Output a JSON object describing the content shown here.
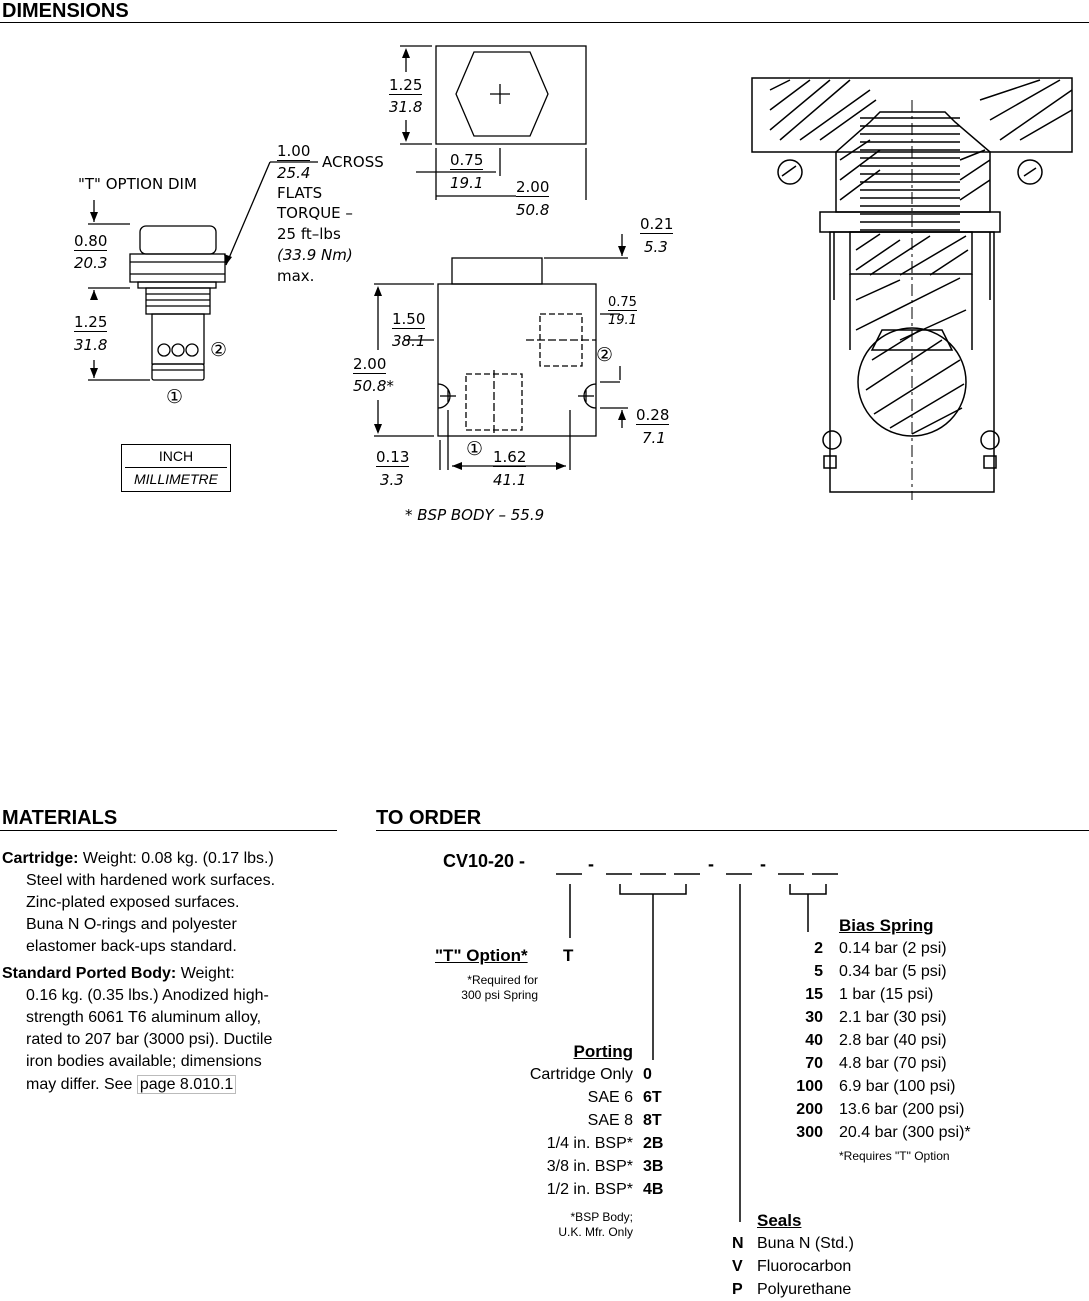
{
  "dimensions": {
    "title": "DIMENSIONS",
    "t_option_label": "\"T\" OPTION DIM",
    "dim_080": "0.80",
    "dim_203": "20.3",
    "dim_125a": "1.25",
    "dim_318a": "31.8",
    "dim_100": "1.00",
    "dim_254": "25.4",
    "across": "ACROSS",
    "flats": "FLATS",
    "torque": "TORQUE –",
    "torque2": "25 ft–lbs",
    "torque3": "(33.9 Nm)",
    "torque4": "max.",
    "dim_125b": "1.25",
    "dim_318b": "31.8",
    "dim_075a": "0.75",
    "dim_191a": "19.1",
    "dim_200a": "2.00",
    "dim_508a": "50.8",
    "dim_021": "0.21",
    "dim_53": "5.3",
    "dim_150": "1.50",
    "dim_381": "38.1",
    "dim_075b": "0.75",
    "dim_191b": "19.1",
    "dim_200b": "2.00",
    "dim_508b": "50.8*",
    "dim_028": "0.28",
    "dim_71": "7.1",
    "dim_013": "0.13",
    "dim_33": "3.3",
    "dim_162": "1.62",
    "dim_411": "41.1",
    "port1": "①",
    "port2": "②",
    "bsp_note": "* BSP BODY – 55.9",
    "unit_inch": "INCH",
    "unit_mm": "MILLIMETRE"
  },
  "materials": {
    "title": "MATERIALS",
    "cartridge_label": "Cartridge:",
    "cartridge_lines": [
      "Weight: 0.08 kg. (0.17 lbs.)",
      "Steel with hardened work surfaces.",
      "Zinc-plated exposed surfaces.",
      "Buna N O-rings and polyester",
      "elastomer back-ups standard."
    ],
    "body_label": "Standard Ported Body:",
    "body_lines": [
      "Weight:",
      "0.16 kg. (0.35 lbs.)  Anodized high-",
      "strength 6061 T6 aluminum alloy,",
      "rated to 207 bar (3000 psi). Ductile",
      "iron bodies available; dimensions",
      "may differ. See "
    ],
    "page_link": "page 8.010.1"
  },
  "order": {
    "title": "TO ORDER",
    "code_prefix": "CV10-20 -",
    "t_option_label": "\"T\" Option*",
    "t_code": "T",
    "t_note1": "*Required for",
    "t_note2": "300 psi Spring",
    "porting_label": "Porting",
    "porting": [
      {
        "name": "Cartridge Only",
        "code": "0"
      },
      {
        "name": "SAE 6",
        "code": "6T"
      },
      {
        "name": "SAE 8",
        "code": "8T"
      },
      {
        "name": "1/4 in. BSP*",
        "code": "2B"
      },
      {
        "name": "3/8 in. BSP*",
        "code": "3B"
      },
      {
        "name": "1/2 in. BSP*",
        "code": "4B"
      }
    ],
    "porting_note1": "*BSP Body;",
    "porting_note2": "U.K. Mfr. Only",
    "seals_label": "Seals",
    "seals": [
      {
        "code": "N",
        "name": "Buna N (Std.)"
      },
      {
        "code": "V",
        "name": "Fluorocarbon"
      },
      {
        "code": "P",
        "name": "Polyurethane"
      }
    ],
    "bias_label": "Bias Spring",
    "bias": [
      {
        "code": "2",
        "name": "0.14 bar (2 psi)"
      },
      {
        "code": "5",
        "name": "0.34 bar (5 psi)"
      },
      {
        "code": "15",
        "name": "1 bar (15 psi)"
      },
      {
        "code": "30",
        "name": "2.1 bar (30 psi)"
      },
      {
        "code": "40",
        "name": "2.8 bar (40 psi)"
      },
      {
        "code": "70",
        "name": "4.8 bar (70 psi)"
      },
      {
        "code": "100",
        "name": "6.9 bar (100 psi)"
      },
      {
        "code": "200",
        "name": "13.6 bar (200 psi)"
      },
      {
        "code": "300",
        "name": "20.4 bar (300 psi)*"
      }
    ],
    "bias_note": "*Requires \"T\" Option"
  }
}
